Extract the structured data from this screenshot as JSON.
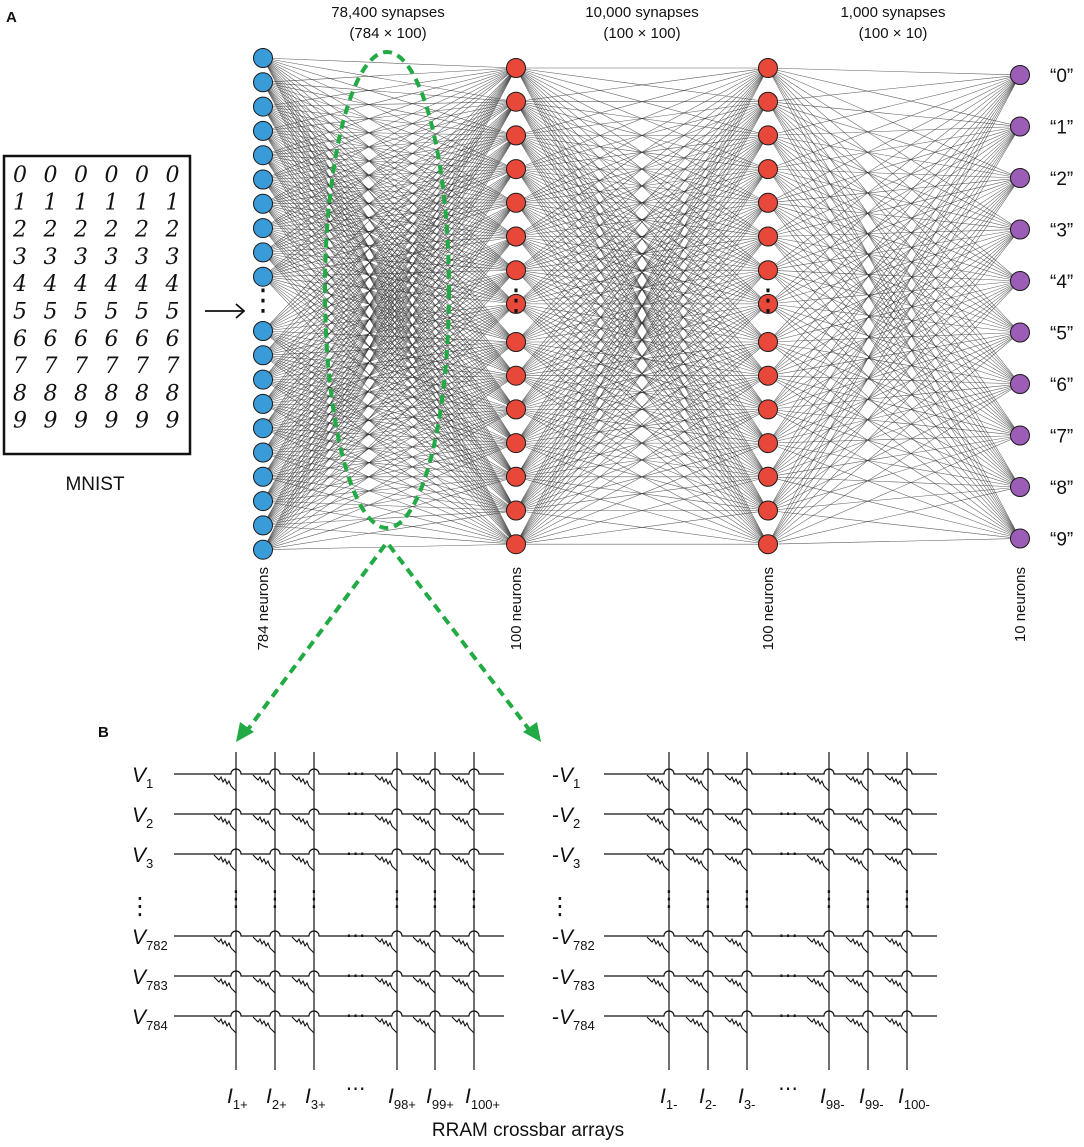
{
  "panels": {
    "a": "A",
    "b": "B"
  },
  "network": {
    "layers": [
      {
        "neurons_label": "784 neurons",
        "color": "#3a9bd9"
      },
      {
        "neurons_label": "100 neurons",
        "color": "#e8483a"
      },
      {
        "neurons_label": "100 neurons",
        "color": "#e8483a"
      },
      {
        "neurons_label": "10 neurons",
        "color": "#9b5db6"
      }
    ],
    "synapses": [
      {
        "count": "78,400 synapses",
        "dims": "(784 × 100)"
      },
      {
        "count": "10,000 synapses",
        "dims": "(100 × 100)"
      },
      {
        "count": "1,000 synapses",
        "dims": "(100 × 10)"
      }
    ],
    "outputs": [
      "“0”",
      "“1”",
      "“2”",
      "“3”",
      "“4”",
      "“5”",
      "“6”",
      "“7”",
      "“8”",
      "“9”"
    ],
    "ellipsis": "⋮",
    "highlight_color": "#22aa44"
  },
  "mnist": {
    "label": "MNIST",
    "rows": [
      "000000",
      "111111",
      "222222",
      "333333",
      "444444",
      "555555",
      "666666",
      "777777",
      "888888",
      "999999"
    ]
  },
  "crossbar": {
    "title": "RRAM crossbar arrays",
    "positive": {
      "rows": [
        {
          "pre": "",
          "v": "V",
          "sub": "1"
        },
        {
          "pre": "",
          "v": "V",
          "sub": "2"
        },
        {
          "pre": "",
          "v": "V",
          "sub": "3"
        },
        {
          "pre": "",
          "v": "V",
          "sub": "782"
        },
        {
          "pre": "",
          "v": "V",
          "sub": "783"
        },
        {
          "pre": "",
          "v": "V",
          "sub": "784"
        }
      ],
      "cols": [
        {
          "i": "I",
          "sub": "1+"
        },
        {
          "i": "I",
          "sub": "2+"
        },
        {
          "i": "I",
          "sub": "3+"
        },
        {
          "i": "I",
          "sub": "98+"
        },
        {
          "i": "I",
          "sub": "99+"
        },
        {
          "i": "I",
          "sub": "100+"
        }
      ]
    },
    "negative": {
      "rows": [
        {
          "pre": "-",
          "v": "V",
          "sub": "1"
        },
        {
          "pre": "-",
          "v": "V",
          "sub": "2"
        },
        {
          "pre": "-",
          "v": "V",
          "sub": "3"
        },
        {
          "pre": "-",
          "v": "V",
          "sub": "782"
        },
        {
          "pre": "-",
          "v": "V",
          "sub": "783"
        },
        {
          "pre": "-",
          "v": "V",
          "sub": "784"
        }
      ],
      "cols": [
        {
          "i": "I",
          "sub": "1-"
        },
        {
          "i": "I",
          "sub": "2-"
        },
        {
          "i": "I",
          "sub": "3-"
        },
        {
          "i": "I",
          "sub": "98-"
        },
        {
          "i": "I",
          "sub": "99-"
        },
        {
          "i": "I",
          "sub": "100-"
        }
      ]
    },
    "hdots": "⋯",
    "vdots": "⋮"
  }
}
